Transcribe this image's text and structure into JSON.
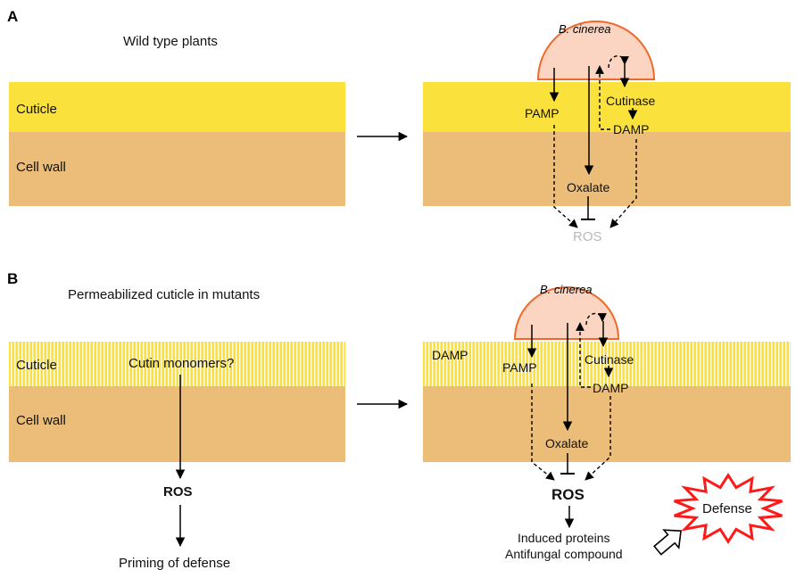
{
  "panel_a": {
    "letter": "A",
    "title": "Wild type plants",
    "left": {
      "cuticle": "Cuticle",
      "cell_wall": "Cell wall"
    },
    "right": {
      "fungus": "B. cinerea",
      "pamp": "PAMP",
      "cutinase": "Cutinase",
      "damp": "DAMP",
      "oxalate": "Oxalate",
      "ros": "ROS"
    }
  },
  "panel_b": {
    "letter": "B",
    "title": "Permeabilized cuticle in mutants",
    "left": {
      "cuticle": "Cuticle",
      "cell_wall": "Cell wall",
      "monomers": "Cutin monomers?",
      "ros": "ROS",
      "priming": "Priming of defense"
    },
    "right": {
      "fungus": "B. cinerea",
      "damp_cuticle": "DAMP",
      "pamp": "PAMP",
      "cutinase": "Cutinase",
      "damp": "DAMP",
      "oxalate": "Oxalate",
      "ros": "ROS",
      "induced": "Induced proteins",
      "antifungal": "Antifungal compound",
      "defense": "Defense"
    }
  },
  "colors": {
    "cuticle": "#fbe13b",
    "cell_wall": "#ebbd78",
    "fungus_fill": "#fbd5c1",
    "fungus_stroke": "#ef6a2a",
    "burst_stroke": "#ff1a1a",
    "ros_inhibited": "#b8b8b8"
  }
}
